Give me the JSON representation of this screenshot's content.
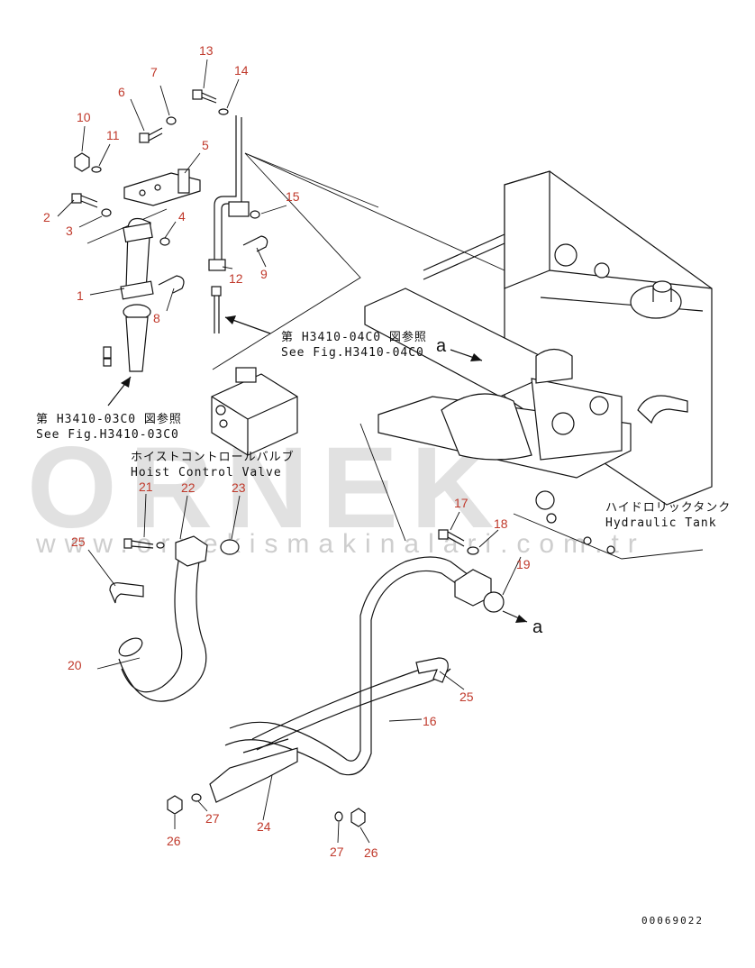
{
  "part_labels": [
    {
      "id": "1",
      "text": "1"
    },
    {
      "id": "2",
      "text": "2"
    },
    {
      "id": "3",
      "text": "3"
    },
    {
      "id": "4",
      "text": "4"
    },
    {
      "id": "5",
      "text": "5"
    },
    {
      "id": "6",
      "text": "6"
    },
    {
      "id": "7",
      "text": "7"
    },
    {
      "id": "8",
      "text": "8"
    },
    {
      "id": "9",
      "text": "9"
    },
    {
      "id": "10",
      "text": "10"
    },
    {
      "id": "11",
      "text": "11"
    },
    {
      "id": "12",
      "text": "12"
    },
    {
      "id": "13",
      "text": "13"
    },
    {
      "id": "14",
      "text": "14"
    },
    {
      "id": "15",
      "text": "15"
    },
    {
      "id": "16",
      "text": "16"
    },
    {
      "id": "17",
      "text": "17"
    },
    {
      "id": "18",
      "text": "18"
    },
    {
      "id": "19",
      "text": "19"
    },
    {
      "id": "20",
      "text": "20"
    },
    {
      "id": "21",
      "text": "21"
    },
    {
      "id": "22",
      "text": "22"
    },
    {
      "id": "23",
      "text": "23"
    },
    {
      "id": "24",
      "text": "24"
    },
    {
      "id": "25a",
      "text": "25"
    },
    {
      "id": "25b",
      "text": "25"
    },
    {
      "id": "26a",
      "text": "26"
    },
    {
      "id": "26b",
      "text": "26"
    },
    {
      "id": "27a",
      "text": "27"
    },
    {
      "id": "27b",
      "text": "27"
    }
  ],
  "references": {
    "fig_04c0_jp": "第 H3410-04C0 図参照",
    "fig_04c0_en": "See Fig.H3410-04C0",
    "fig_03c0_jp": "第 H3410-03C0 図参照",
    "fig_03c0_en": "See Fig.H3410-03C0"
  },
  "components": {
    "hoist_valve_jp": "ホイストコントロールバルブ",
    "hoist_valve_en": "Hoist Control Valve",
    "hydraulic_tank_jp": "ハイドロリックタンク",
    "hydraulic_tank_en": "Hydraulic Tank"
  },
  "markers": {
    "a1": "a",
    "a2": "a"
  },
  "drawing_code": "00069022",
  "watermark": {
    "brand": "ORNEK",
    "url": "www.ornekismakinalari.com.tr"
  },
  "colors": {
    "label": "#c0392b",
    "line": "#111111",
    "watermark": "#c9c9c9"
  }
}
